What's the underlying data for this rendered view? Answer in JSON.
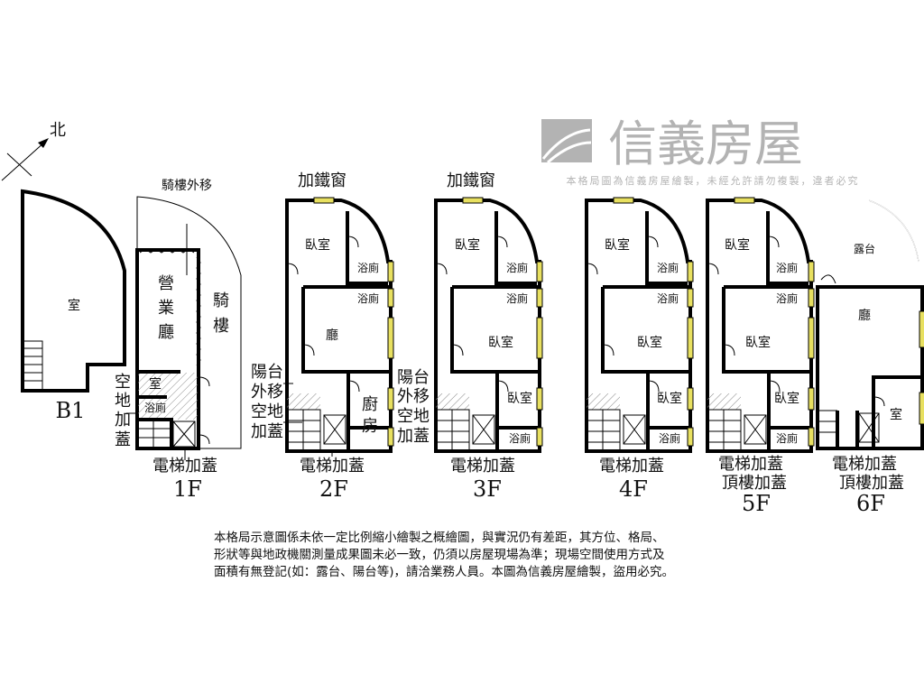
{
  "compass": {
    "north": "北"
  },
  "b1": {
    "room": "室",
    "floor": "B1"
  },
  "f1": {
    "arcade_moved": "騎樓外移",
    "hall": [
      "營",
      "業",
      "廳"
    ],
    "arcade": [
      "騎",
      "樓"
    ],
    "room": "室",
    "bath": "浴廁",
    "open_add": [
      "空",
      "地",
      "加",
      "蓋"
    ],
    "elevator": "電梯加蓋",
    "floor": "1F"
  },
  "f2": {
    "window": "加鐵窗",
    "bedroom": "臥室",
    "bath1": "浴廁",
    "bath2": "浴廁",
    "living": "廳",
    "kitchen": [
      "廚",
      "房"
    ],
    "side": [
      "陽台",
      "外移",
      "空地",
      "加蓋"
    ],
    "elevator": "電梯加蓋",
    "floor": "2F"
  },
  "f3": {
    "window": "加鐵窗",
    "bedroom1": "臥室",
    "bath1": "浴廁",
    "bath2": "浴廁",
    "bedroom2": "臥室",
    "bedroom3": "臥室",
    "bath3": "浴廁",
    "side": [
      "陽台",
      "外移",
      "空地",
      "加蓋"
    ],
    "elevator": "電梯加蓋",
    "floor": "3F"
  },
  "f4": {
    "bedroom1": "臥室",
    "bath1": "浴廁",
    "bath2": "浴廁",
    "bedroom2": "臥室",
    "bedroom3": "臥室",
    "bath3": "浴廁",
    "elevator": "電梯加蓋",
    "floor": "4F"
  },
  "f5": {
    "bedroom1": "臥室",
    "bath1": "浴廁",
    "bath2": "浴廁",
    "bedroom2": "臥室",
    "bedroom3": "臥室",
    "bath3": "浴廁",
    "elevator": "電梯加蓋",
    "rooftop": "頂樓加蓋",
    "floor": "5F"
  },
  "f6": {
    "terrace": "露台",
    "living": "廳",
    "room": "室",
    "elevator": "電梯加蓋",
    "rooftop": "頂樓加蓋",
    "floor": "6F"
  },
  "watermark": {
    "brand": "信義房屋",
    "notice": "本格局圖為信義房屋繪製，未經允許請勿複製，違者必究"
  },
  "disclaimer": [
    "本格局示意圖係未依一定比例縮小繪製之概繪圖，與實況仍有差距，其方位、格局、",
    "形狀等與地政機關測量成果圖未必一致，仍須以房屋現場為準；現場空間使用方式及",
    "面積有無登記(如：露台、陽台等)，請洽業務人員。本圖為信義房屋繪製，盜用必究。"
  ],
  "colors": {
    "window": "#e8e060",
    "watermark": "#9a9a9a"
  }
}
